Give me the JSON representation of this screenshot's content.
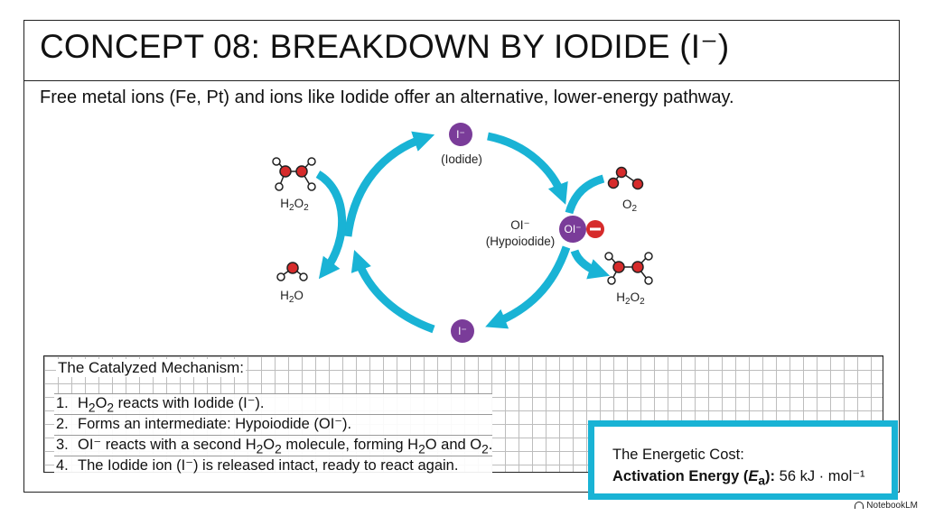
{
  "title": "CONCEPT 08: BREAKDOWN BY IODIDE (I⁻)",
  "subtitle": "Free metal ions (Fe, Pt) and ions like Iodide offer an alternative, lower-energy pathway.",
  "diagram": {
    "iodide_top_symbol": "I⁻",
    "iodide_top_label": "(Iodide)",
    "iodide_bottom_symbol": "I⁻",
    "hypoiodide_symbol": "OI⁻",
    "hypoiodide_label_symbol": "OI⁻",
    "hypoiodide_label": "(Hypoiodide)",
    "input_h2o2": "H2O2",
    "output_h2o": "H2O",
    "output_o2": "O2",
    "input_h2o2_right": "H2O2",
    "colors": {
      "arrow": "#19b3d5",
      "ion": "#7a3c99",
      "oxygen": "#d62b2b",
      "hydrogen": "#ffffff"
    }
  },
  "mechanism": {
    "heading": "The Catalyzed Mechanism:",
    "steps": [
      {
        "num": "1.",
        "html": "H<sub>2</sub>O<sub>2</sub> reacts with Iodide (I⁻)."
      },
      {
        "num": "2.",
        "html": "Forms an intermediate: Hypoiodide (OI⁻)."
      },
      {
        "num": "3.",
        "html": "OI⁻ reacts with a second H<sub>2</sub>O<sub>2</sub> molecule, forming H<sub>2</sub>O and O<sub>2</sub>."
      },
      {
        "num": "4.",
        "html": "The Iodide ion (I⁻) is released intact, ready to react again."
      }
    ]
  },
  "energy": {
    "heading": "The Energetic Cost:",
    "label_html": "Activation Energy (<i>E</i><sub>a</sub>):",
    "value": "56 kJ · mol⁻¹"
  },
  "brand": "NotebookLM"
}
